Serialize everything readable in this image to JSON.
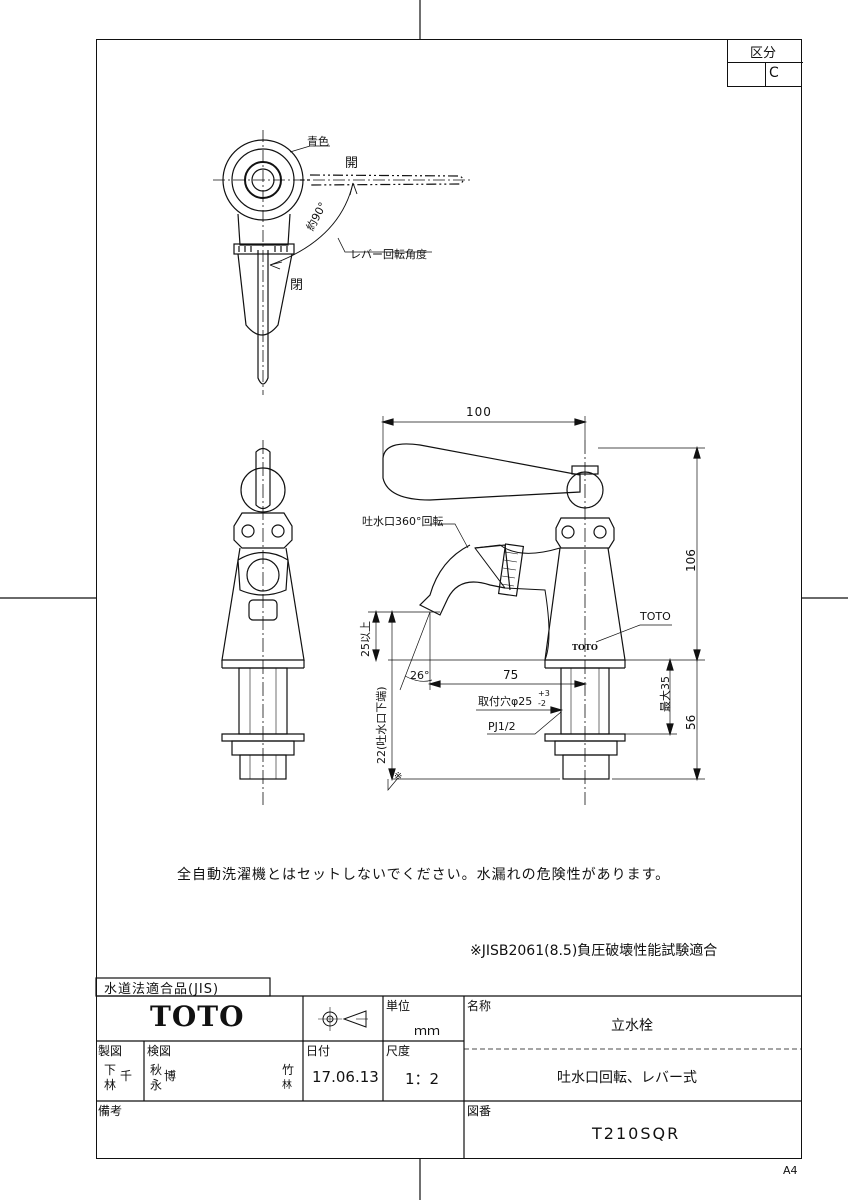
{
  "header": {
    "category_label": "区分",
    "category_value": "C"
  },
  "views": {
    "top": {
      "blue_label": "青色",
      "open_label": "開",
      "closed_label": "閉",
      "angle_label": "約90°",
      "lever_angle_label": "レバー回転角度"
    },
    "side": {
      "width_dim": "100",
      "height_dim": "106",
      "spout_rotation": "吐水口360°回転",
      "brand_label": "TOTO",
      "body_logo": "TOTO",
      "spout_height": "25以上",
      "spout_angle": "26°",
      "mount_distance": "75",
      "mount_hole": "取付穴φ25",
      "tol_plus": "+3",
      "tol_minus": "-2",
      "thread": "PJ1/2",
      "max_thickness": "最大35",
      "shank_length": "56",
      "outlet_height": "22(吐水口下端)",
      "note_mark": "※"
    }
  },
  "notes": {
    "warning": "全自動洗濯機とはセットしないでください。水漏れの危険性があります。",
    "standard": "※JISB2061(8.5)負圧破壊性能試験適合"
  },
  "title_block": {
    "compliance": "水道法適合品(JIS)",
    "logo": "TOTO",
    "unit_label": "単位",
    "unit_value": "ｍｍ",
    "name_label": "名称",
    "name_value": "立水栓",
    "drawn_label": "製図",
    "checked_label": "検図",
    "date_label": "日付",
    "date_value": "17.06.13",
    "scale_label": "尺度",
    "scale_value": "1：2",
    "description": "吐水口回転、レバー式",
    "remarks_label": "備考",
    "drawing_no_label": "図番",
    "drawing_no": "T210SQR",
    "stamp_drawn_top": "下",
    "stamp_drawn_mid": "千",
    "stamp_drawn_bottom": "林",
    "stamp_checked_1": "秋",
    "stamp_checked_2": "博",
    "stamp_checked_3": "永",
    "stamp_checked_4": "竹",
    "stamp_checked_5": "林"
  },
  "page_size": "A4"
}
